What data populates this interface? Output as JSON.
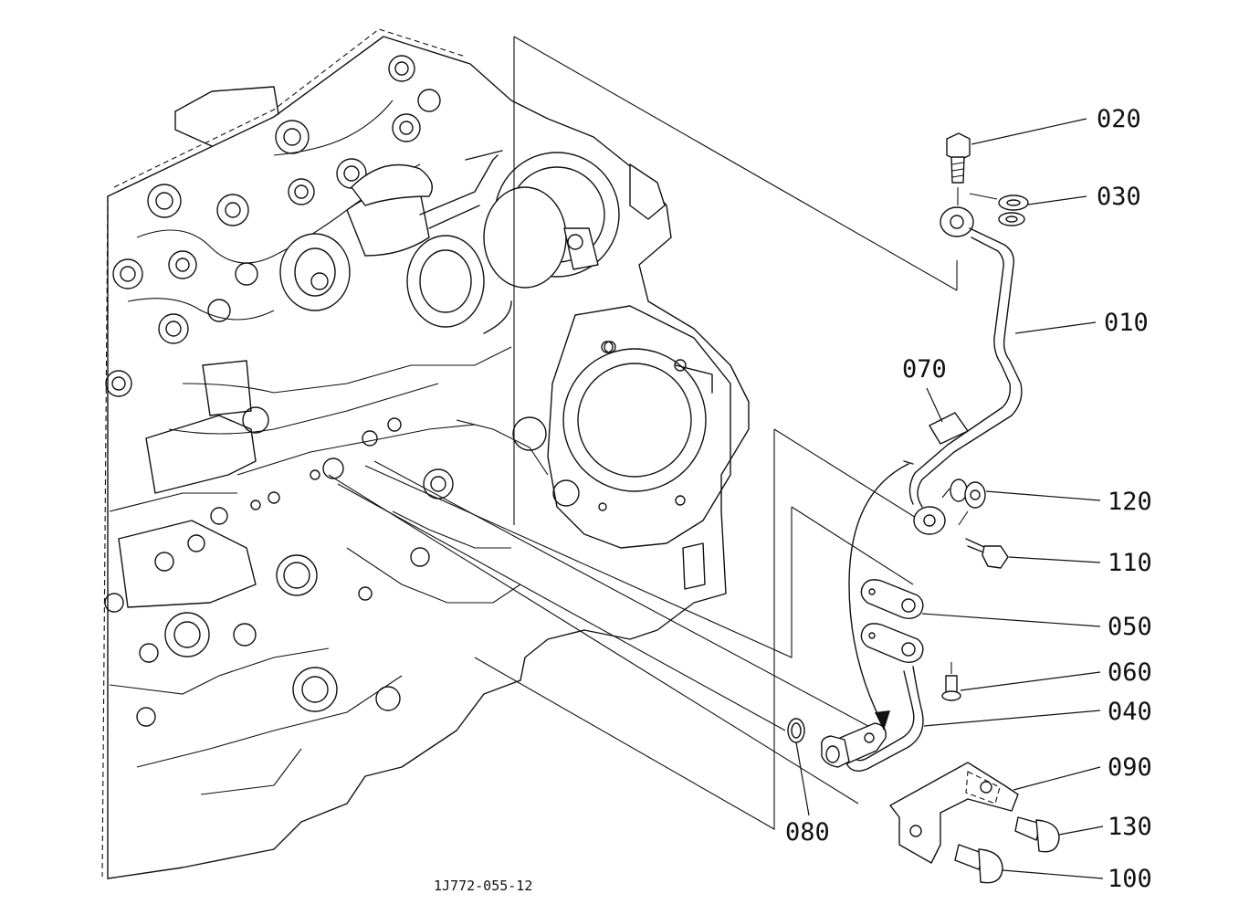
{
  "callouts": [
    {
      "label": "020"
    },
    {
      "label": "030"
    },
    {
      "label": "010"
    },
    {
      "label": "070"
    },
    {
      "label": "120"
    },
    {
      "label": "110"
    },
    {
      "label": "050"
    },
    {
      "label": "060"
    },
    {
      "label": "040"
    },
    {
      "label": "090"
    },
    {
      "label": "080"
    },
    {
      "label": "130"
    },
    {
      "label": "100"
    }
  ],
  "document_id": "1J772-055-12"
}
